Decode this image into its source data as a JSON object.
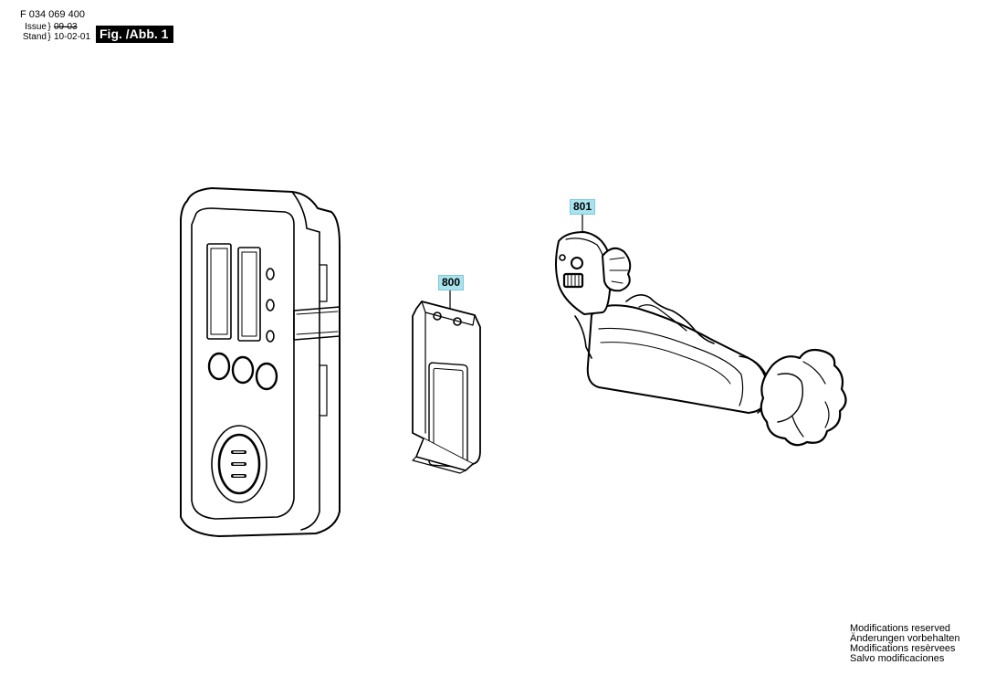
{
  "header": {
    "doc_number": "F 034 069 400",
    "issue_label": "Issue",
    "stand_label": "Stand",
    "issue_value": "09-03",
    "stand_value": "10-02-01",
    "fig_label": "Fig. /Abb. 1"
  },
  "parts": [
    {
      "number": "800"
    },
    {
      "number": "801"
    }
  ],
  "footer": {
    "lines": [
      "Modifications reserved",
      "Änderungen vorbehalten",
      "Modifications resèrvees",
      "Salvo modificaciones"
    ]
  },
  "colors": {
    "label_background": "#a9e3ef",
    "line": "#000000",
    "fill": "#ffffff"
  }
}
